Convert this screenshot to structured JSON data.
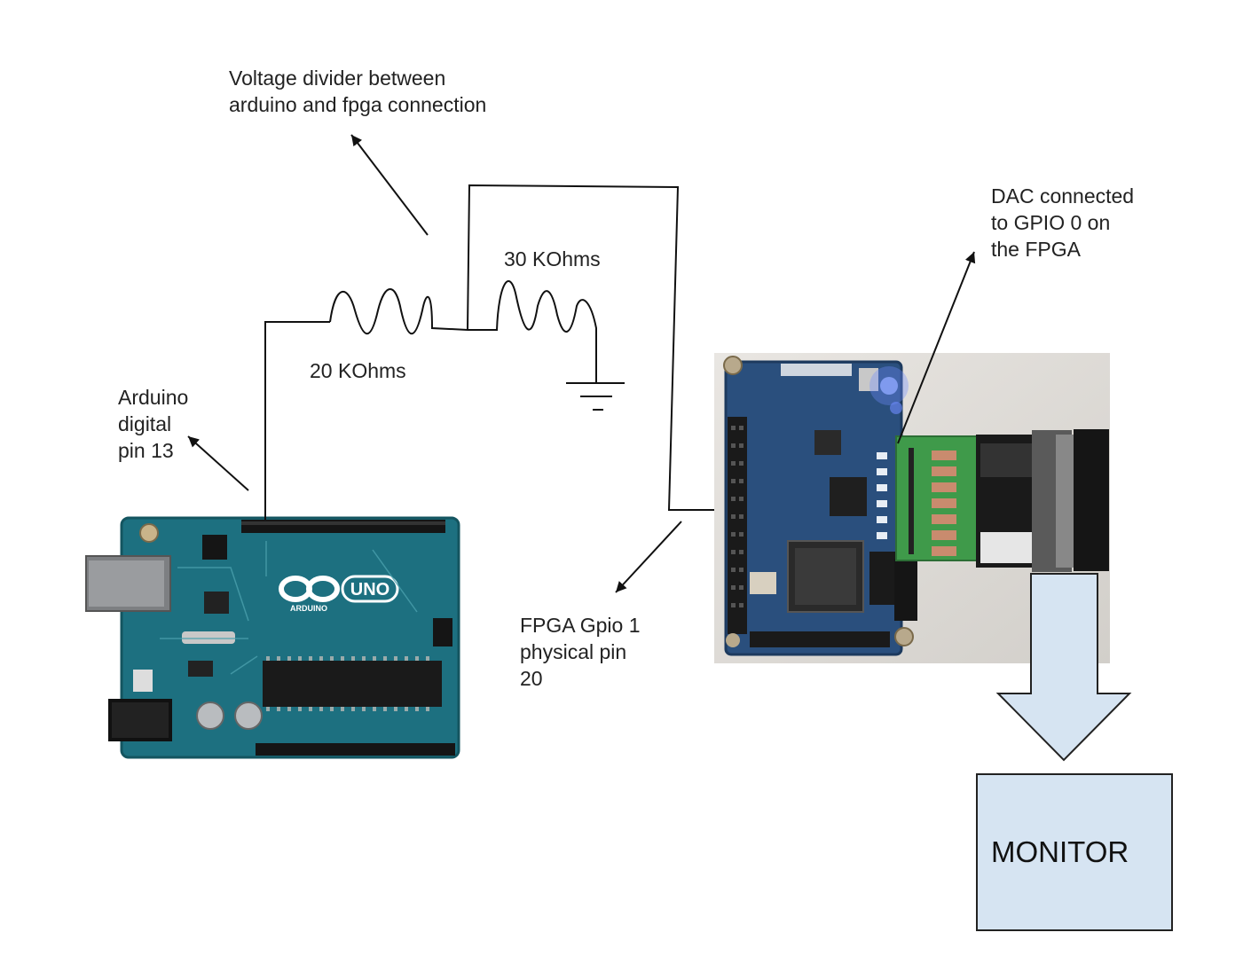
{
  "labels": {
    "voltage_divider": [
      "Voltage divider between",
      "arduino and fpga connection"
    ],
    "r2": "30 KOhms",
    "r1": "20 KOhms",
    "arduino_pin": [
      "Arduino",
      "digital",
      "pin 13"
    ],
    "fpga_pin": [
      "FPGA Gpio 1",
      "physical pin",
      "20"
    ],
    "dac": [
      "DAC connected",
      "to GPIO 0 on",
      "the FPGA"
    ],
    "monitor": "MONITOR"
  },
  "arduino_board": {
    "logo_text": "UNO",
    "brand_text": "ARDUINO"
  },
  "colors": {
    "arduino_board": "#1d7080",
    "fpga_board": "#2a4f7d",
    "dac_board": "#3f9a4a",
    "monitor_fill": "#d6e4f2",
    "arrow_fill": "#d6e4f2",
    "wire": "#111111"
  }
}
